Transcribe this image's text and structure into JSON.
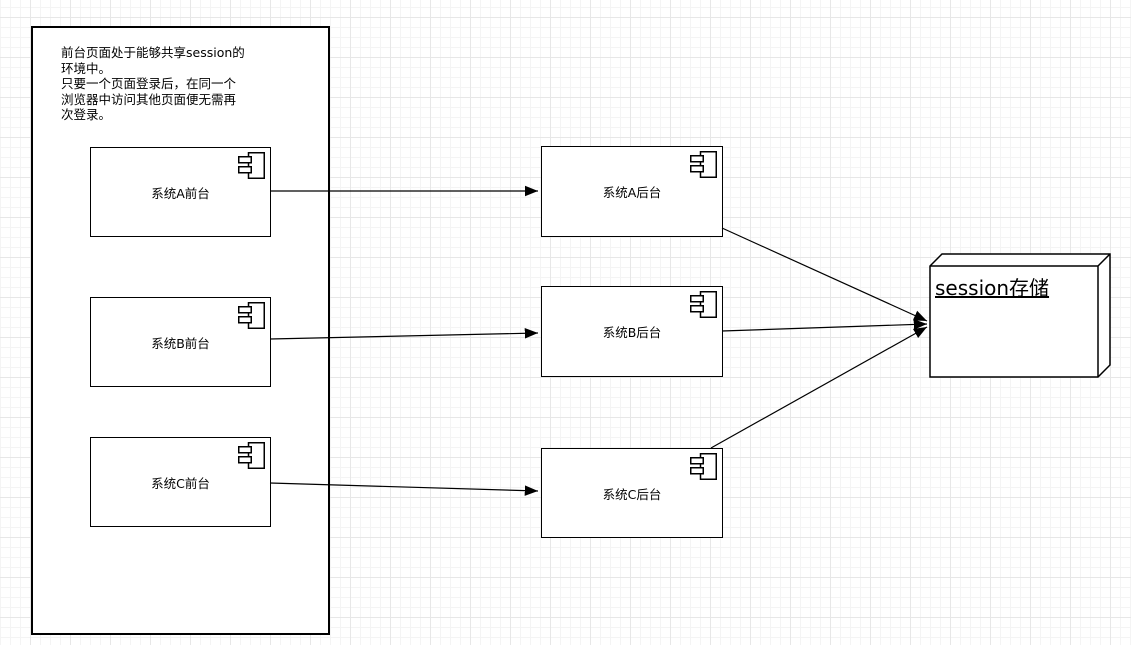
{
  "note": {
    "lines": [
      "前台页面处于能够共享session的",
      "环境中。",
      "只要一个页面登录后，在同一个",
      "浏览器中访问其他页面便无需再",
      "次登录。"
    ]
  },
  "frontend_components": [
    {
      "label": "系统A前台"
    },
    {
      "label": "系统B前台"
    },
    {
      "label": "系统C前台"
    }
  ],
  "backend_components": [
    {
      "label": "系统A后台"
    },
    {
      "label": "系统B后台"
    },
    {
      "label": "系统C后台"
    }
  ],
  "storage_node": {
    "label": "session存储"
  },
  "connections": [
    {
      "from": "系统A前台",
      "to": "系统A后台"
    },
    {
      "from": "系统B前台",
      "to": "系统B后台"
    },
    {
      "from": "系统C前台",
      "to": "系统C后台"
    },
    {
      "from": "系统A后台",
      "to": "session存储"
    },
    {
      "from": "系统B后台",
      "to": "session存储"
    },
    {
      "from": "系统C后台",
      "to": "session存储"
    }
  ],
  "colors": {
    "shape_stroke": "#000000",
    "shape_fill": "#ffffff",
    "text": "#000000",
    "grid_minor": "#f4f4f4",
    "grid_major": "#e7e7e7"
  }
}
